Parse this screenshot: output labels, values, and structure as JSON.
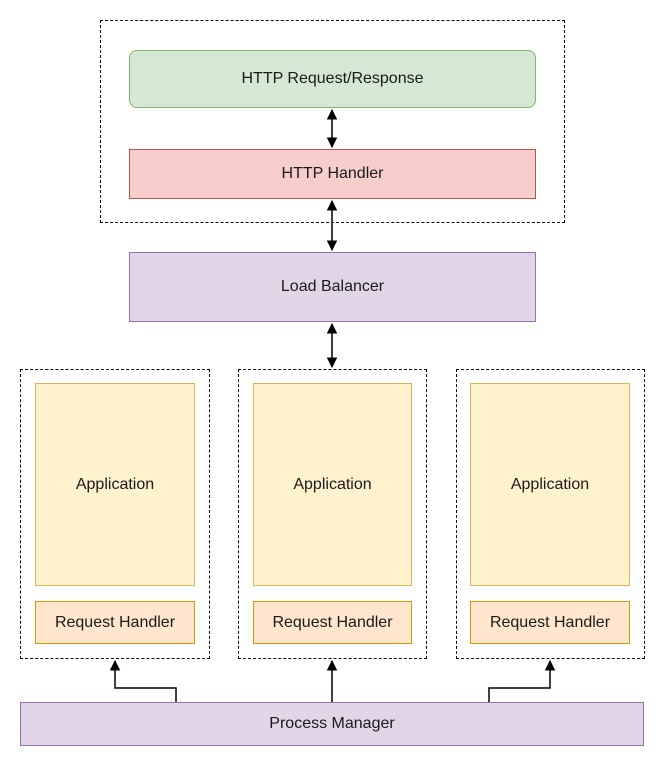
{
  "diagram": {
    "http_request_response": "HTTP Request/Response",
    "http_handler": "HTTP Handler",
    "load_balancer": "Load Balancer",
    "workers": [
      {
        "application": "Application",
        "request_handler": "Request Handler"
      },
      {
        "application": "Application",
        "request_handler": "Request Handler"
      },
      {
        "application": "Application",
        "request_handler": "Request Handler"
      }
    ],
    "process_manager": "Process Manager"
  },
  "colors": {
    "green_fill": "#d5e8d4",
    "red_fill": "#f8cecc",
    "purple_fill": "#e1d5e7",
    "yellow_fill": "#fff2cc",
    "orange_fill": "#ffe6cc"
  }
}
